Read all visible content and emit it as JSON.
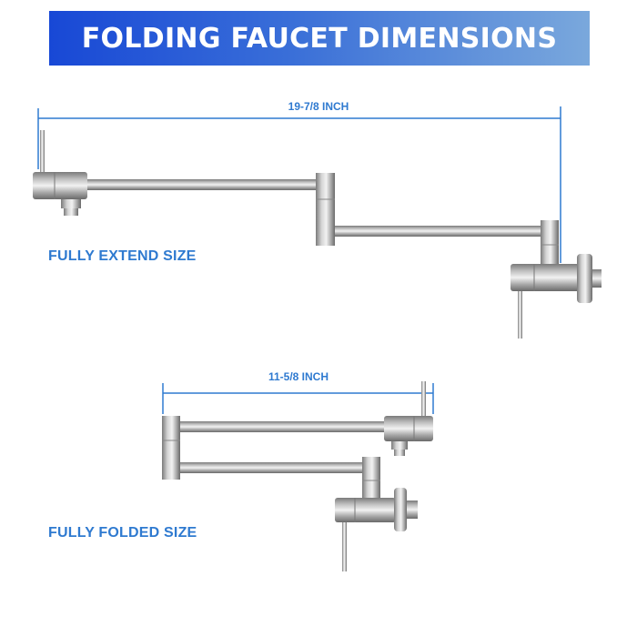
{
  "banner": {
    "title": "FOLDING FAUCET DIMENSIONS",
    "gradient_start": "#1848d6",
    "gradient_end": "#7aa8dc"
  },
  "extended": {
    "dimension_label": "19-7/8 INCH",
    "caption": "FULLY EXTEND SIZE"
  },
  "folded": {
    "dimension_label": "11-5/8 INCH",
    "caption": "FULLY FOLDED SIZE"
  },
  "colors": {
    "accent": "#2f7ad0",
    "steel": "#a9a9a9",
    "steel_dark": "#6f6f6f",
    "steel_light": "#e6e6e6"
  }
}
